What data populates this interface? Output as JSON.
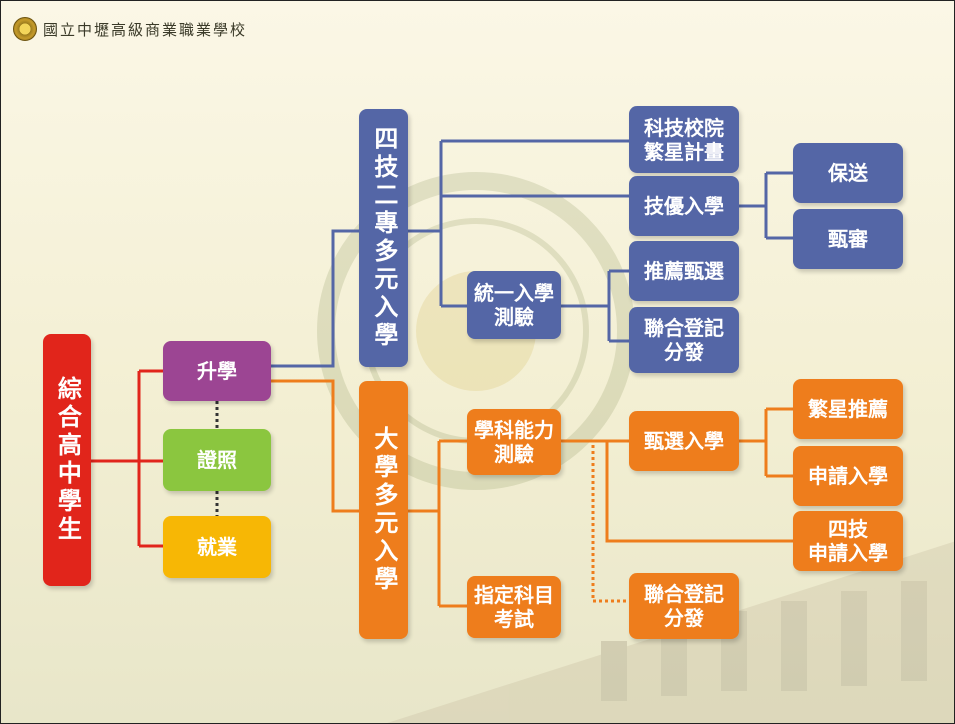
{
  "header": {
    "school_name": "國立中壢高級商業職業學校"
  },
  "diagram": {
    "root": "綜合高中學生",
    "paths": {
      "further_study": "升學",
      "certificate": "證照",
      "employment": "就業"
    },
    "tech": {
      "title": "四技二專多元入學",
      "star_plan": "科技校院\n繁星計畫",
      "skill_admission": "技優入學",
      "recommend": "保送",
      "review": "甄審",
      "unified_exam": "統一入學\n測驗",
      "selection": "推薦甄選",
      "joint_distribution": "聯合登記\n分發"
    },
    "university": {
      "title": "大學多元入學",
      "gsat": "學科能力\n測驗",
      "selection_admission": "甄選入學",
      "star_recommend": "繁星推薦",
      "apply_admission": "申請入學",
      "tech_apply": "四技\n申請入學",
      "designated_exam": "指定科目\n考試",
      "joint_distribution": "聯合登記\n分發"
    }
  },
  "colors": {
    "red": "#e1251b",
    "purple": "#9c4593",
    "green": "#8bc63f",
    "yellow": "#f7b705",
    "blue": "#5466a6",
    "orange": "#ee7d1c"
  }
}
